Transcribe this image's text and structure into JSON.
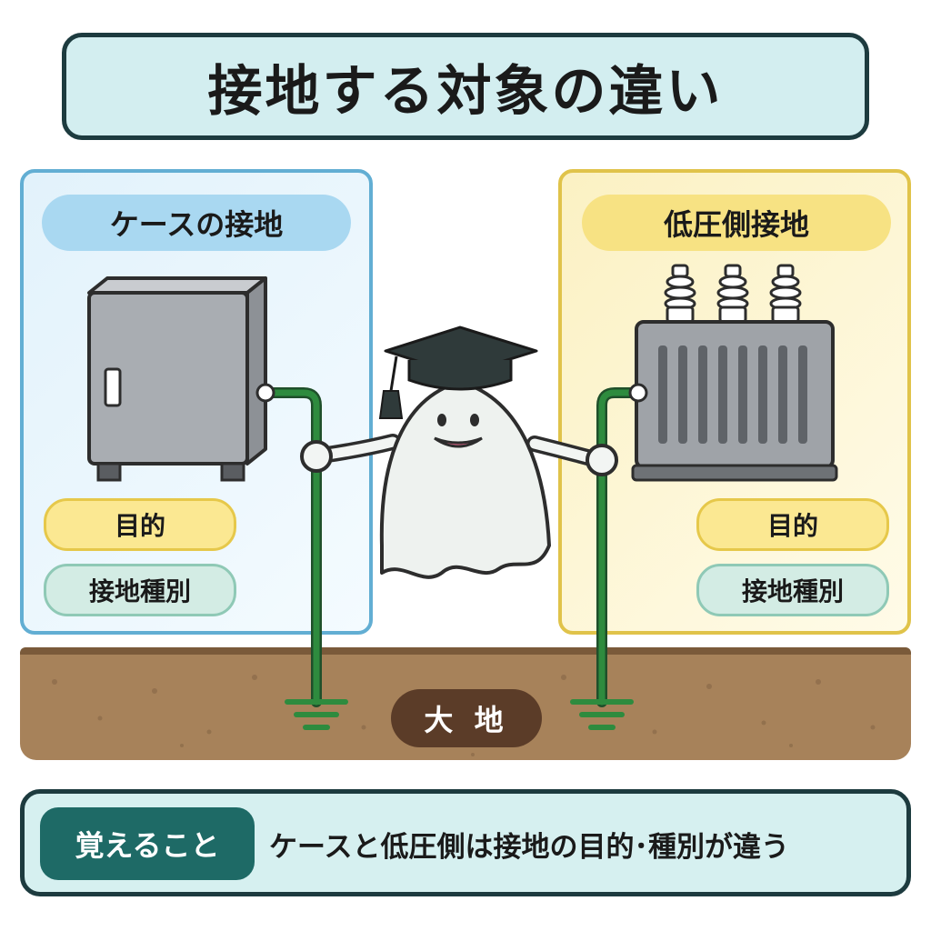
{
  "title": "接地する対象の違い",
  "left_panel": {
    "heading": "ケースの接地",
    "purpose_label": "目的",
    "kind_label": "接地種別"
  },
  "right_panel": {
    "heading": "低圧側接地",
    "purpose_label": "目的",
    "kind_label": "接地種別"
  },
  "earth_label": "大 地",
  "memo": {
    "badge": "覚えること",
    "text": "ケースと低圧側は接地の目的･種別が違う"
  },
  "icons": [
    "cabinet-icon",
    "transformer-icon",
    "ghost-mascot-icon",
    "ground-symbol-icon"
  ],
  "colors": {
    "ground_wire": "#2e8b3e",
    "left_accent": "#62aed3",
    "right_accent": "#e0c34a",
    "earth": "#a7825a"
  }
}
